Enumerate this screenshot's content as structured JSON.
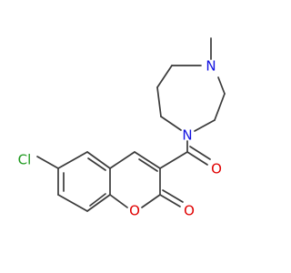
{
  "molecule": {
    "atoms": {
      "chlorine": {
        "label": "Cl",
        "color": "#1f9a1f"
      },
      "ring_oxygen": {
        "label": "O",
        "color": "#e00000"
      },
      "lactone_oxygen": {
        "label": "O",
        "color": "#e00000"
      },
      "carbonyl_oxygen": {
        "label": "O",
        "color": "#e00000"
      },
      "amide_nitrogen": {
        "label": "N",
        "color": "#1010e0"
      },
      "methyl_nitrogen": {
        "label": "N",
        "color": "#1010e0"
      }
    },
    "bond_color": "#3a3a3a"
  }
}
